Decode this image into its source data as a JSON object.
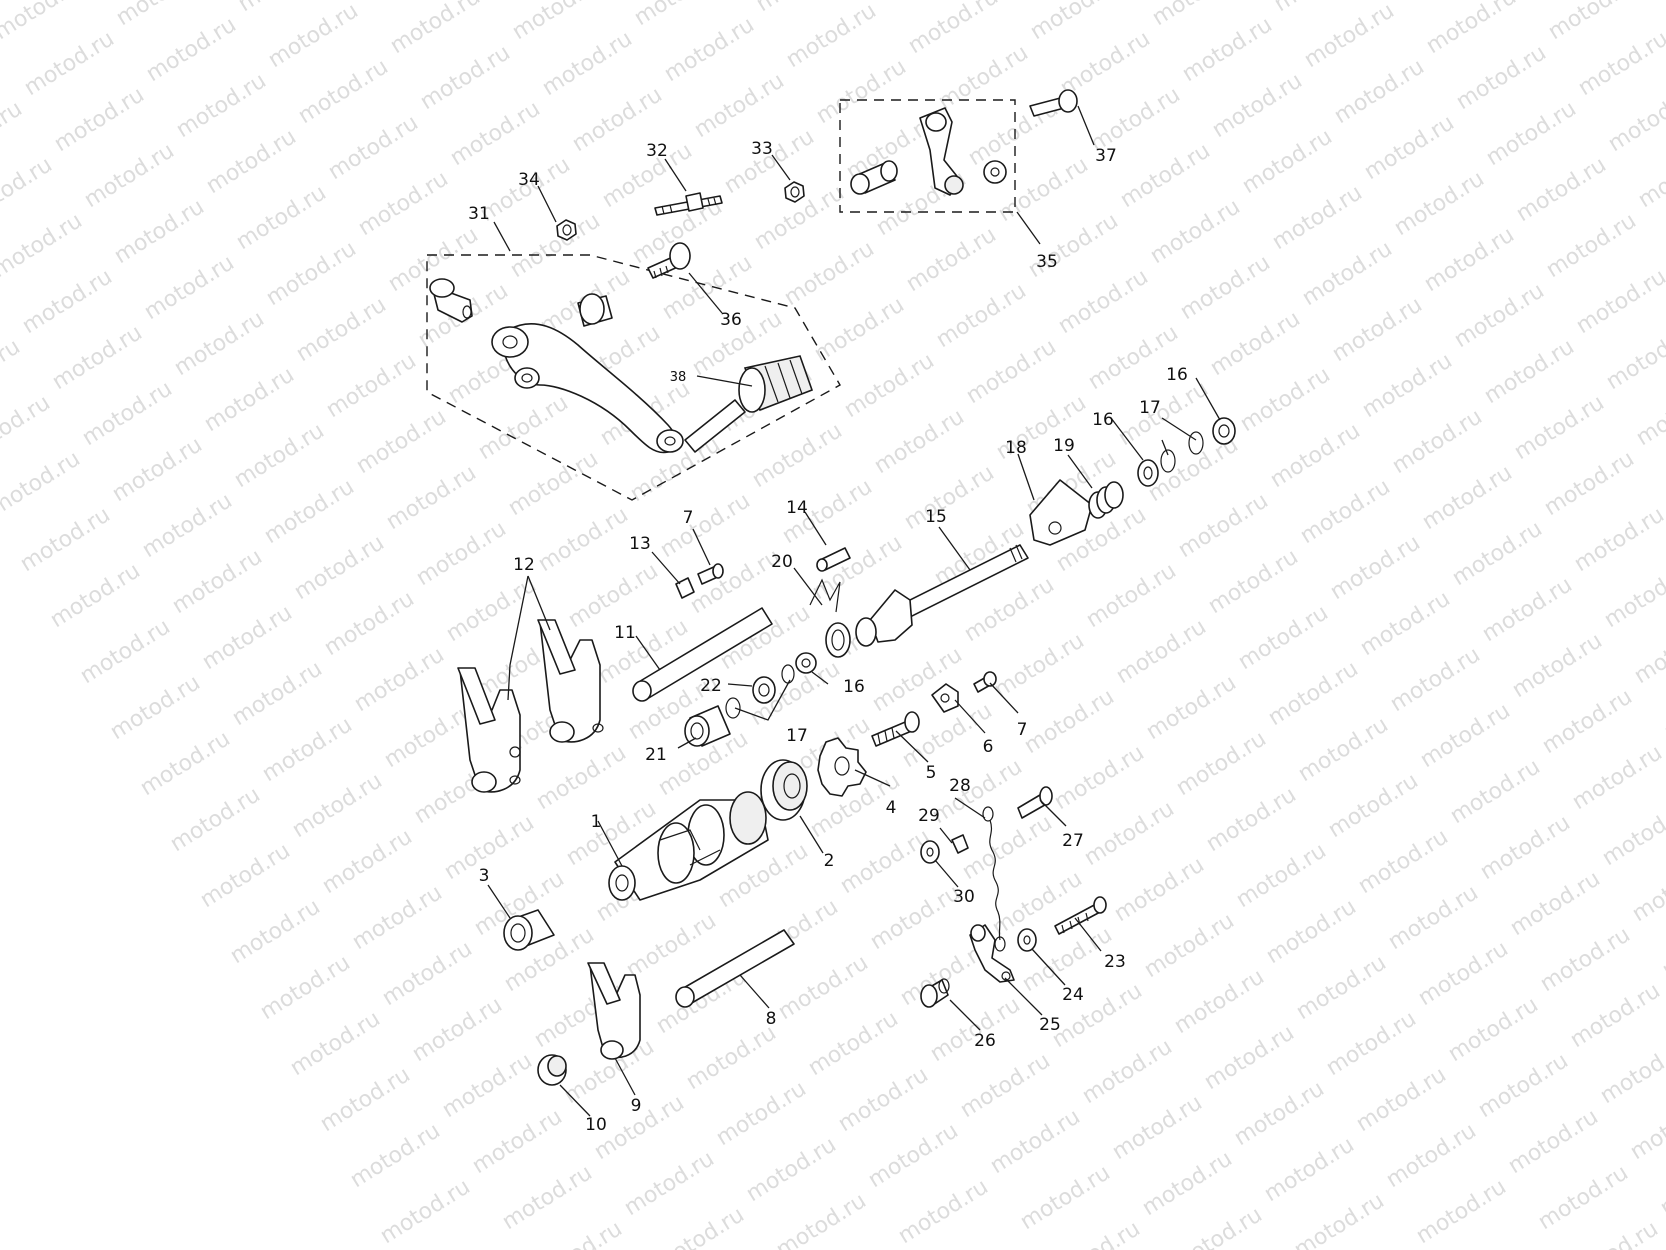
{
  "watermark": {
    "text": "motod.ru"
  },
  "callouts": [
    {
      "id": "c1",
      "text": "1"
    },
    {
      "id": "c2",
      "text": "2"
    },
    {
      "id": "c3",
      "text": "3"
    },
    {
      "id": "c4",
      "text": "4"
    },
    {
      "id": "c5",
      "text": "5"
    },
    {
      "id": "c6",
      "text": "6"
    },
    {
      "id": "c7a",
      "text": "7"
    },
    {
      "id": "c7b",
      "text": "7"
    },
    {
      "id": "c8",
      "text": "8"
    },
    {
      "id": "c9",
      "text": "9"
    },
    {
      "id": "c10",
      "text": "10"
    },
    {
      "id": "c11",
      "text": "11"
    },
    {
      "id": "c12",
      "text": "12"
    },
    {
      "id": "c13",
      "text": "13"
    },
    {
      "id": "c14",
      "text": "14"
    },
    {
      "id": "c15",
      "text": "15"
    },
    {
      "id": "c16a",
      "text": "16"
    },
    {
      "id": "c16b",
      "text": "16"
    },
    {
      "id": "c16c",
      "text": "16"
    },
    {
      "id": "c17a",
      "text": "17"
    },
    {
      "id": "c17b",
      "text": "17"
    },
    {
      "id": "c18",
      "text": "18"
    },
    {
      "id": "c19",
      "text": "19"
    },
    {
      "id": "c20",
      "text": "20"
    },
    {
      "id": "c21",
      "text": "21"
    },
    {
      "id": "c22",
      "text": "22"
    },
    {
      "id": "c23",
      "text": "23"
    },
    {
      "id": "c24",
      "text": "24"
    },
    {
      "id": "c25",
      "text": "25"
    },
    {
      "id": "c26",
      "text": "26"
    },
    {
      "id": "c27",
      "text": "27"
    },
    {
      "id": "c28",
      "text": "28"
    },
    {
      "id": "c29",
      "text": "29"
    },
    {
      "id": "c30",
      "text": "30"
    },
    {
      "id": "c31",
      "text": "31"
    },
    {
      "id": "c32",
      "text": "32"
    },
    {
      "id": "c33",
      "text": "33"
    },
    {
      "id": "c34",
      "text": "34"
    },
    {
      "id": "c35",
      "text": "35"
    },
    {
      "id": "c36",
      "text": "36"
    },
    {
      "id": "c37",
      "text": "37"
    },
    {
      "id": "c38",
      "text": "38"
    }
  ]
}
